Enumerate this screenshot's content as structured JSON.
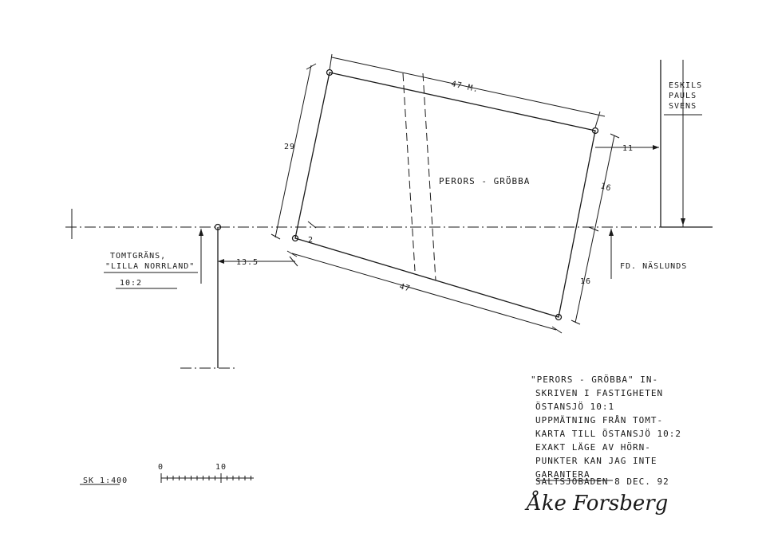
{
  "plot": {
    "name": "PERORS - GRÖBBA",
    "top_dim": "47 M.",
    "bottom_dim": "47",
    "left_dim": "29",
    "right_dim_upper": "16",
    "right_dim_lower": "16",
    "corner_offset": "2"
  },
  "neighbors": {
    "east_owner_lines": [
      "ESKILS",
      "PAULS",
      "SVENS"
    ],
    "east_offset": "11",
    "southeast": "FD. NÄSLUNDS",
    "west_lines": [
      "TOMTGRÄNS,",
      "\"LILLA NORRLAND\"",
      "10:2"
    ],
    "west_offset": "13.5"
  },
  "note": {
    "lines": [
      "\"PERORS - GRÖBBA\" IN-",
      "SKRIVEN I FASTIGHETEN",
      "ÖSTANSJÖ 10:1",
      "UPPMÄTNING FRÅN TOMT-",
      "KARTA TILL ÖSTANSJÖ 10:2",
      "EXAKT LÄGE AV HÖRN-",
      "PUNKTER KAN JAG INTE",
      "GARANTERA"
    ],
    "place_date": "SALTSJÖBADEN  8 DEC. 92",
    "signature": "Åke Forsberg"
  },
  "scale": {
    "label": "SK 1:400",
    "tick_start": "0",
    "tick_end": "10"
  }
}
